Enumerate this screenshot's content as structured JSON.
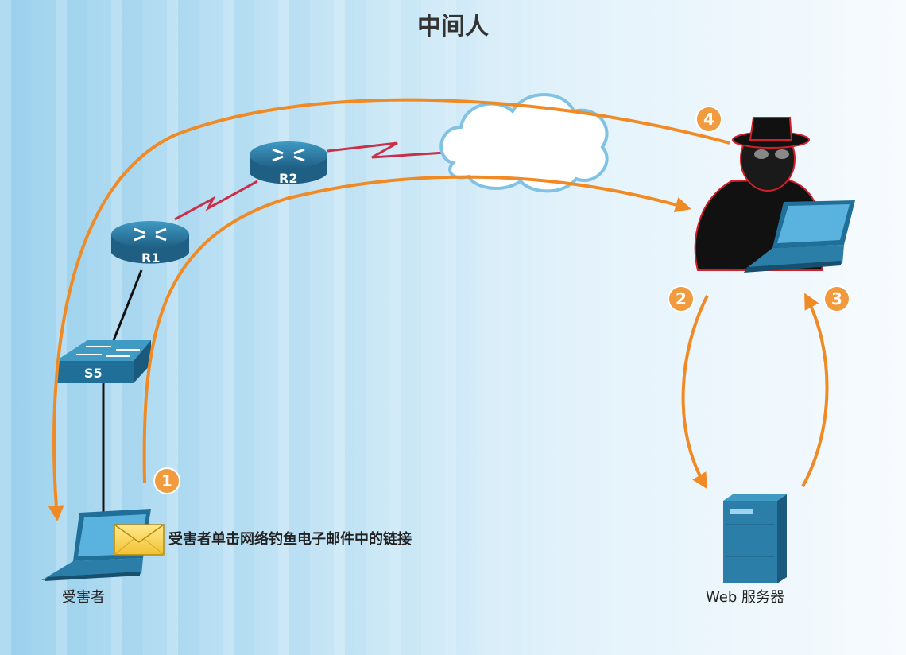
{
  "title": "中间人",
  "devices": {
    "r1_label": "R1",
    "r2_label": "R2",
    "s5_label": "S5"
  },
  "victim": {
    "label": "受害者"
  },
  "server": {
    "label": "Web 服务器"
  },
  "steps": [
    "1",
    "2",
    "3",
    "4"
  ],
  "caption": "受害者单击网络钓鱼电子邮件中的链接",
  "colors": {
    "arrow": "#f08a24",
    "badge": "#f29a3e",
    "device": "#2a7ea8",
    "wan_link": "#c8304a"
  }
}
